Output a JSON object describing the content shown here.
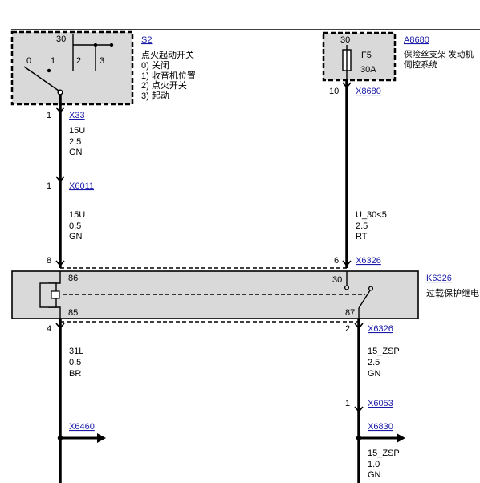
{
  "switch": {
    "id": "S2",
    "name": "点火起动开关",
    "positions": [
      "0) 关闭",
      "1) 收音机位置",
      "2) 点火开关",
      "3) 起动"
    ],
    "terminal": "30",
    "pos_labels": [
      "0",
      "1",
      "2",
      "3"
    ]
  },
  "fuse_holder": {
    "id": "A8680",
    "desc": [
      "保险丝支架 发动机",
      "伺控系统"
    ],
    "terminal": "30",
    "fuse": "F5",
    "rating": "30A"
  },
  "relay": {
    "id": "K6326",
    "desc": "过载保护继电",
    "pins": {
      "coil_in": "86",
      "coil_out": "85",
      "com": "30",
      "no": "87"
    }
  },
  "connectors": {
    "s2_out": {
      "pin": "1",
      "name": "X33"
    },
    "splice_left": {
      "pin": "1",
      "name": "X6011"
    },
    "relay_86": {
      "pin": "8"
    },
    "relay_85": {
      "pin": "4"
    },
    "fuse_out": {
      "pin": "10",
      "name": "X8680"
    },
    "relay_30": {
      "pin": "6",
      "name": "X6326"
    },
    "relay_87": {
      "pin": "2",
      "name": "X6326"
    },
    "splice_right": {
      "pin": "1",
      "name": "X6053"
    }
  },
  "references": {
    "left": "X6460",
    "right": "X6830"
  },
  "wires": {
    "w1": {
      "signal": "15U",
      "gauge": "2.5",
      "color": "GN"
    },
    "w2": {
      "signal": "15U",
      "gauge": "0.5",
      "color": "GN"
    },
    "w3": {
      "signal": "U_30<5",
      "gauge": "2.5",
      "color": "RT"
    },
    "w4": {
      "signal": "31L",
      "gauge": "0.5",
      "color": "BR"
    },
    "w5": {
      "signal": "15_ZSP",
      "gauge": "2.5",
      "color": "GN"
    },
    "w6": {
      "signal": "15_ZSP",
      "gauge": "1.0",
      "color": "GN"
    }
  },
  "colors": {
    "link": "#1a1aa8",
    "box_fill": "#d9d9d9",
    "wire": "#000000"
  }
}
